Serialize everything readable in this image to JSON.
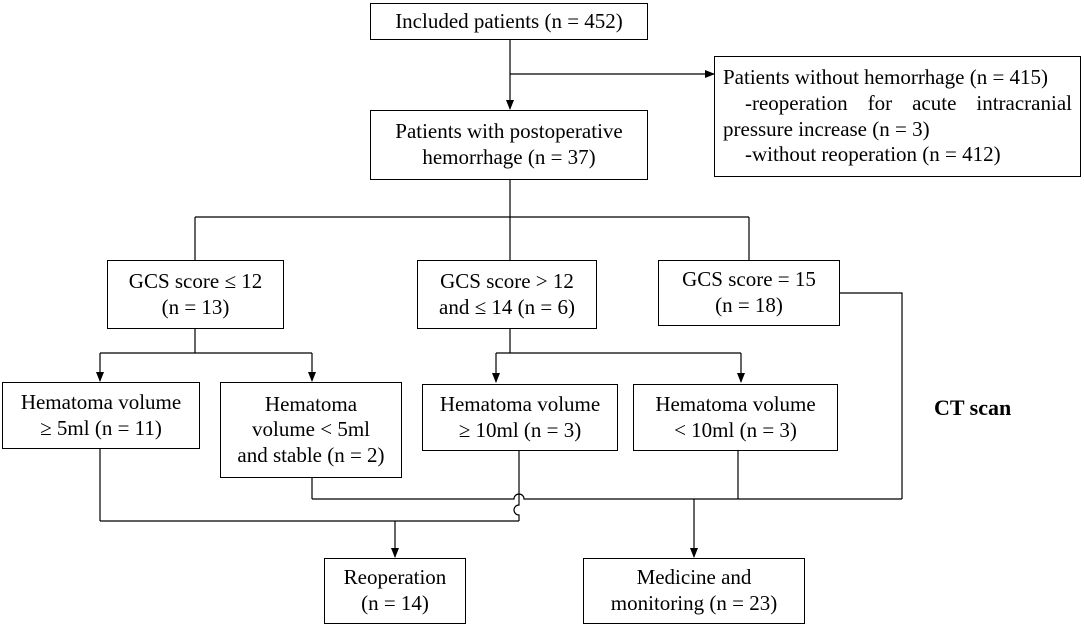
{
  "boxes": {
    "included": {
      "lines": [
        "Included patients (n = 452)"
      ]
    },
    "without_hemorrhage": {
      "lines": [
        "Patients without hemorrhage (n = 415)",
        "-reoperation for acute intracranial",
        "pressure increase (n = 3)",
        "-without reoperation (n = 412)"
      ]
    },
    "postoperative": {
      "lines": [
        "Patients with postoperative",
        "hemorrhage (n = 37)"
      ]
    },
    "gcs_low": {
      "lines": [
        "GCS score ≤ 12",
        "(n = 13)"
      ]
    },
    "gcs_mid": {
      "lines": [
        "GCS score > 12",
        "and ≤ 14 (n = 6)"
      ]
    },
    "gcs_high": {
      "lines": [
        "GCS score = 15",
        "(n = 18)"
      ]
    },
    "hv_ge5": {
      "lines": [
        "Hematoma volume",
        "≥ 5ml (n = 11)"
      ]
    },
    "hv_lt5": {
      "lines": [
        "Hematoma",
        "volume < 5ml",
        "and stable (n = 2)"
      ]
    },
    "hv_ge10": {
      "lines": [
        "Hematoma volume",
        "≥ 10ml (n = 3)"
      ]
    },
    "hv_lt10": {
      "lines": [
        "Hematoma volume",
        "< 10ml (n = 3)"
      ]
    },
    "reoperation": {
      "lines": [
        "Reoperation",
        "(n = 14)"
      ]
    },
    "medicine": {
      "lines": [
        "Medicine and",
        "monitoring (n = 23)"
      ]
    }
  },
  "side_label": "CT scan"
}
